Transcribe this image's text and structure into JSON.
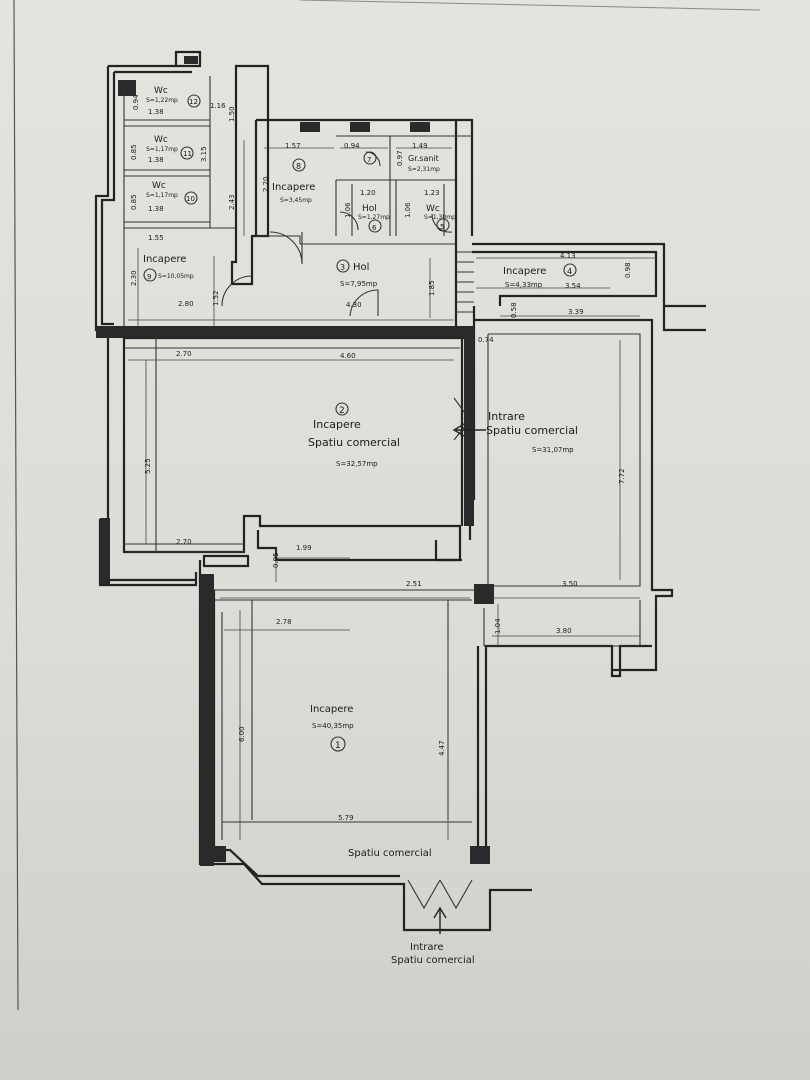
{
  "rooms": [
    {
      "id": "r1",
      "name": "Incapere",
      "area": "S=40,35mp",
      "number": "1"
    },
    {
      "id": "r2",
      "name": "Incapere",
      "subtitle": "Spatiu comercial",
      "area": "S=32,57mp",
      "number": "2"
    },
    {
      "id": "r3",
      "name": "Hol",
      "area": "S=7,95mp",
      "number": "3"
    },
    {
      "id": "r4",
      "name": "Incapere",
      "area": "S=4,33mp",
      "number": "4"
    },
    {
      "id": "r5",
      "name": "Wc",
      "area": "S=1,30mp",
      "number": "5"
    },
    {
      "id": "r6",
      "name": "Hol",
      "area": "S=1,27mp",
      "number": "6"
    },
    {
      "id": "r7",
      "name": "Gr.sanit",
      "area": "S=2,31mp",
      "number": "7"
    },
    {
      "id": "r8",
      "name": "Incapere",
      "area": "S=3,45mp",
      "number": "8"
    },
    {
      "id": "r9",
      "name": "Incapere",
      "area": "S=10,05mp",
      "number": "9"
    },
    {
      "id": "r10",
      "name": "Wc",
      "area": "S=1,17mp",
      "number": "10"
    },
    {
      "id": "r11",
      "name": "Wc",
      "area": "S=1,17mp",
      "number": "11"
    },
    {
      "id": "r12",
      "name": "Wc",
      "area": "S=1,22mp",
      "number": "12"
    },
    {
      "id": "r13",
      "name": "Spatiu comercial",
      "area": "S=31,07mp"
    }
  ],
  "entrances": [
    {
      "label": "Intrare",
      "sub": "Spatiu comercial"
    },
    {
      "label": "Intrare",
      "sub": "Spatiu comercial"
    }
  ],
  "front_label": "Spatiu comercial",
  "dimensions": {
    "d_138a": "1.38",
    "d_138b": "1.38",
    "d_138c": "1.38",
    "d_094a": "0.94",
    "d_085a": "0.85",
    "d_085b": "0.85",
    "d_116": "1.16",
    "d_150": "1.50",
    "d_315": "3.15",
    "d_157": "1.57",
    "d_094b": "0.94",
    "d_149": "1.49",
    "d_220": "2.20",
    "d_097": "0.97",
    "d_120": "1.20",
    "d_123": "1.23",
    "d_106a": "1.06",
    "d_106b": "1.06",
    "d_243": "2.43",
    "d_155": "1.55",
    "d_230": "2.30",
    "d_280": "2.80",
    "d_152": "1.52",
    "d_430": "4.30",
    "d_185": "1.85",
    "d_413": "4.13",
    "d_354": "3.54",
    "d_098": "0.98",
    "d_058": "0.58",
    "d_339": "3.39",
    "d_074": "0.74",
    "d_270a": "2.70",
    "d_460": "4.60",
    "d_525": "5.25",
    "d_270b": "2.70",
    "d_772": "7.72",
    "d_095": "0.95",
    "d_199": "1.99",
    "d_251": "2.51",
    "d_350": "3.50",
    "d_104": "1.04",
    "d_278": "2.78",
    "d_380": "3.80",
    "d_600": "6.00",
    "d_447": "4.47",
    "d_579": "5.79"
  }
}
